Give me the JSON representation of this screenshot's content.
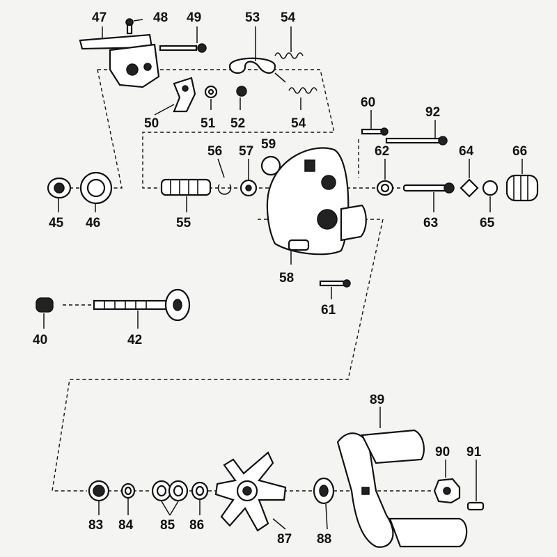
{
  "labels": {
    "p47": "47",
    "p48": "48",
    "p49": "49",
    "p53": "53",
    "p54a": "54",
    "p50": "50",
    "p51": "51",
    "p52": "52",
    "p54b": "54",
    "p60": "60",
    "p92": "92",
    "p56": "56",
    "p57": "57",
    "p59": "59",
    "p62": "62",
    "p64": "64",
    "p66": "66",
    "p45": "45",
    "p46": "46",
    "p55": "55",
    "p63": "63",
    "p65": "65",
    "p58": "58",
    "p61": "61",
    "p40": "40",
    "p42": "42",
    "p89": "89",
    "p90": "90",
    "p91": "91",
    "p83": "83",
    "p84": "84",
    "p85": "85",
    "p86": "86",
    "p87": "87",
    "p88": "88"
  },
  "colors": {
    "background": "#f4f4f2",
    "ink": "#111111"
  }
}
